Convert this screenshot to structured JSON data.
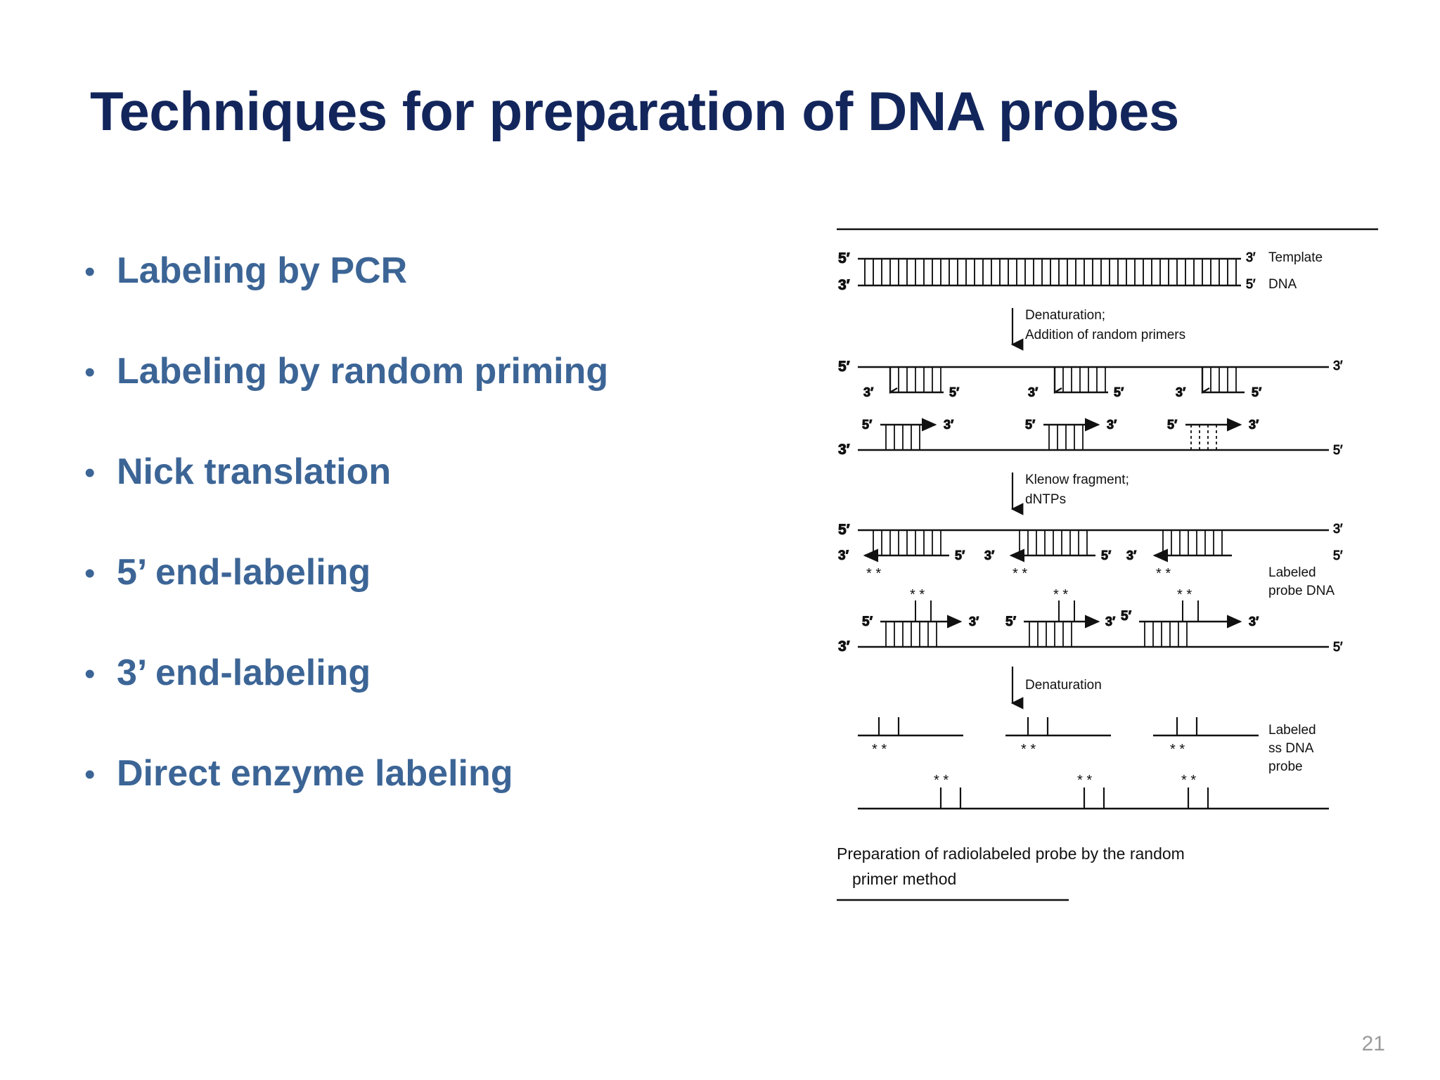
{
  "slide": {
    "title": "Techniques for preparation of DNA probes",
    "page_number": "21",
    "title_color": "#13265C",
    "bullet_color": "#3C6596",
    "background_color": "#FFFFFF"
  },
  "bullets": [
    {
      "marker": "•",
      "label": "Labeling by PCR"
    },
    {
      "marker": "•",
      "label": "Labeling by random priming"
    },
    {
      "marker": "•",
      "label": "Nick translation"
    },
    {
      "marker": "•",
      "label": "5’ end-labeling"
    },
    {
      "marker": "•",
      "label": "3’ end-labeling"
    },
    {
      "marker": "•",
      "label": "Direct enzyme labeling"
    }
  ],
  "figure": {
    "caption_line1": "Preparation of radiolabeled probe by the random",
    "caption_line2": "primer method",
    "rows": {
      "template": {
        "left_top": "5′",
        "left_bottom": "3′",
        "right_top": "3′",
        "right_bottom": "5′",
        "right_label_line1": "Template",
        "right_label_line2": "DNA"
      },
      "step1": {
        "line1": "Denaturation;",
        "line2": "Addition of random primers"
      },
      "primed_top": {
        "left": "5′",
        "right": "3′",
        "primer_left_marks": [
          "3′",
          "5′"
        ],
        "primers": [
          {
            "left": "3′",
            "right": "5′"
          },
          {
            "left": "3′",
            "right": "5′"
          },
          {
            "left": "3′",
            "right": "5′"
          }
        ]
      },
      "primed_bottom": {
        "left": "3′",
        "right": "5′",
        "primers": [
          {
            "left": "5′",
            "right": "3′"
          },
          {
            "left": "5′",
            "right": "3′"
          },
          {
            "left": "5′",
            "right": "3′"
          }
        ]
      },
      "step2": {
        "line1": "Klenow  fragment;",
        "line2": "dNTPs"
      },
      "extended_top": {
        "left": "5′",
        "right": "3′",
        "secondary_left": "3′",
        "secondary_right": "5′",
        "strand_marks": [
          "5′",
          "3′",
          "5′",
          "3′",
          "3′"
        ],
        "right_label_line1": "Labeled",
        "right_label_line2": "probe DNA",
        "asterisks": "* *"
      },
      "extended_bottom": {
        "left": "5′",
        "right": "3′",
        "bottom_left": "3′",
        "bottom_right": "5′",
        "asterisks": "* *"
      },
      "step3": {
        "line1": "Denaturation"
      },
      "ss_probe": {
        "right_label_line1": "Labeled",
        "right_label_line2": "ss DNA",
        "right_label_line3": "probe",
        "asterisks": "* *"
      }
    }
  }
}
